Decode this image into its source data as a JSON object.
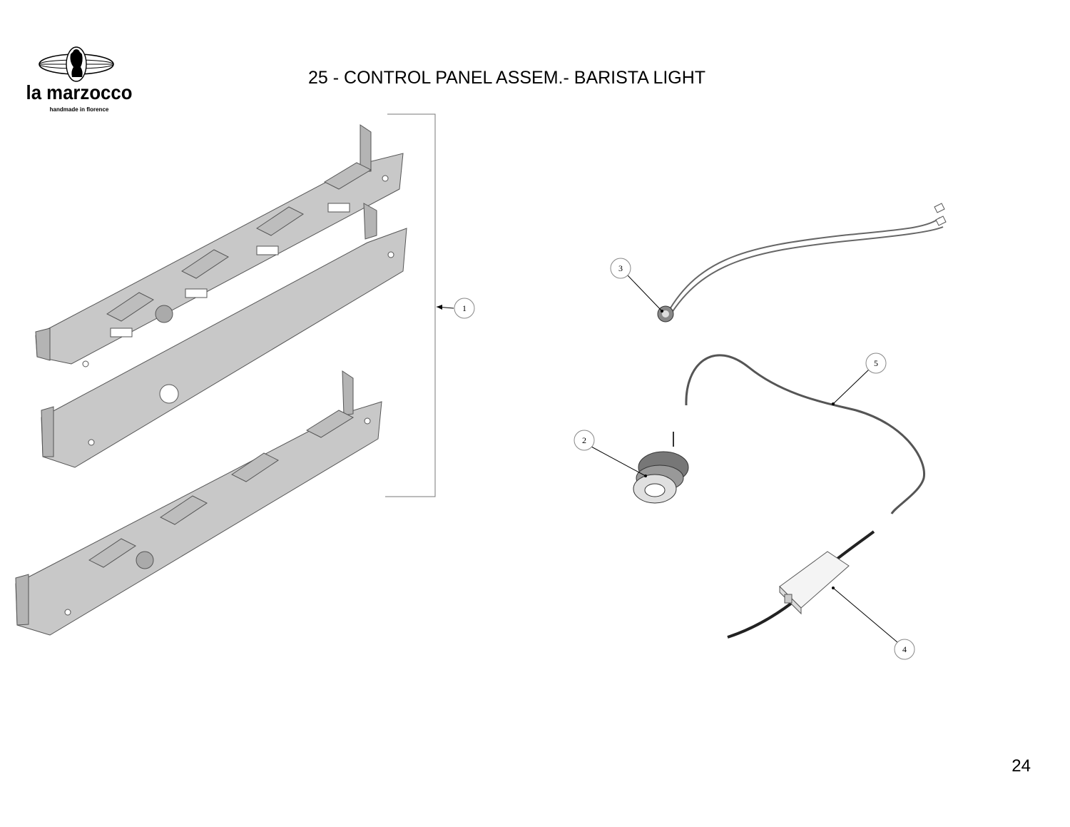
{
  "header": {
    "brand": "la marzocco",
    "tagline": "handmade in florence",
    "title": "25 - CONTROL PANEL ASSEM.- BARISTA LIGHT"
  },
  "callouts": [
    "1",
    "2",
    "3",
    "4",
    "5"
  ],
  "footer": {
    "page_number": "24"
  },
  "colors": {
    "part_fill": "#c8c8c8",
    "part_face": "#b4b4b4",
    "line": "#000000",
    "wire": "#555555"
  }
}
